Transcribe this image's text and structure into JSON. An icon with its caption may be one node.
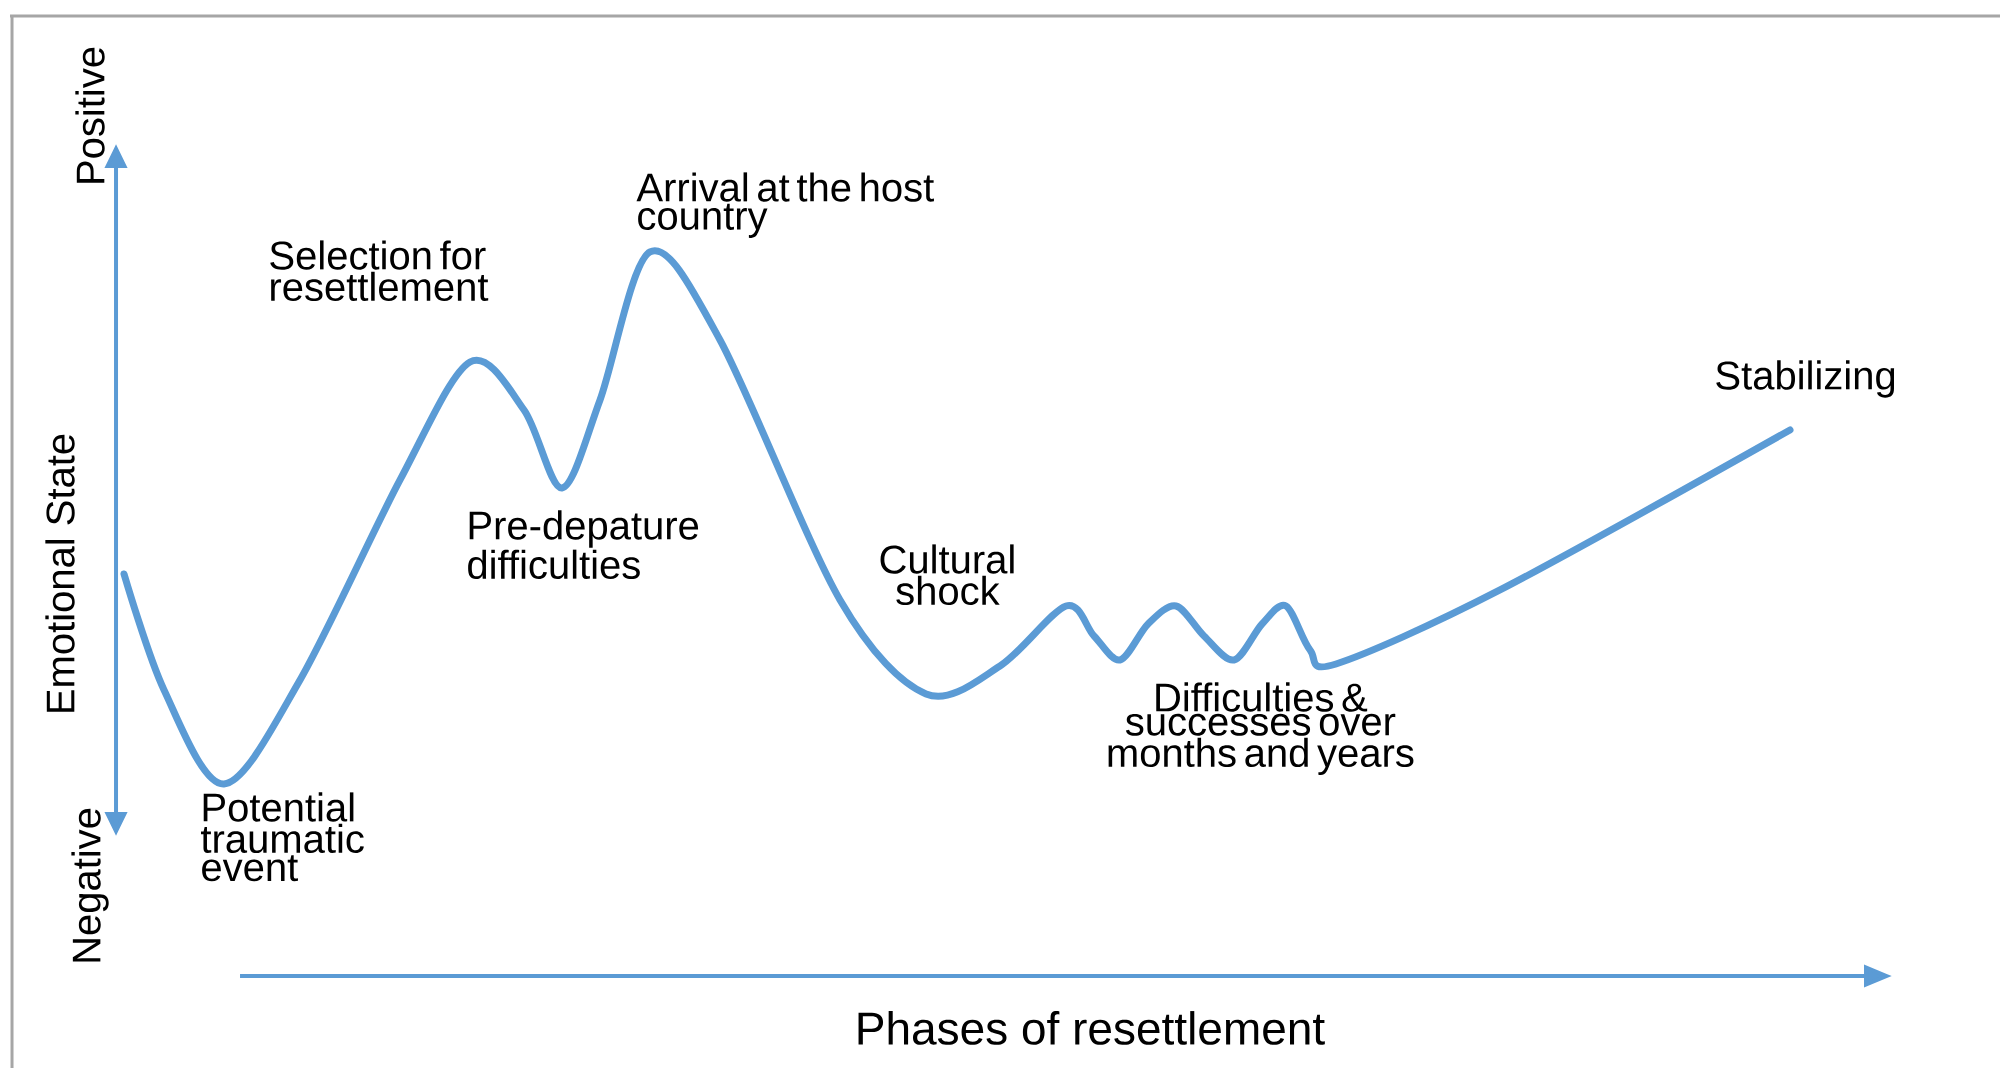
{
  "diagram": {
    "labels": [
      "Positive",
      "Arrival at the host country",
      "Selection for resettlement",
      "Stabilizing",
      "Emotional State",
      "Pre-depature difficulties",
      "Cultural shock",
      "Difficulties & successes over months and years",
      "Negative",
      "Potential traumatic event",
      "Phases of resettlement"
    ]
  }
}
